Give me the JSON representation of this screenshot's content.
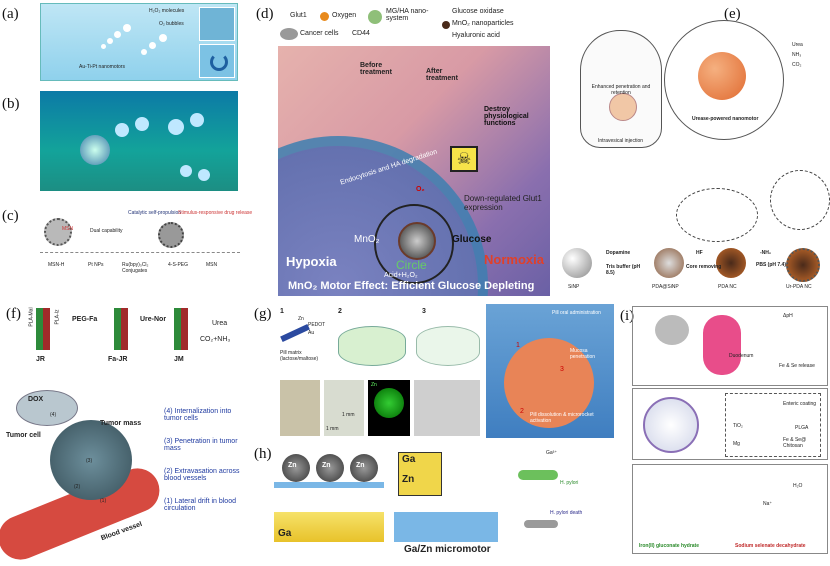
{
  "labels": {
    "a": "(a)",
    "b": "(b)",
    "c": "(c)",
    "d": "(d)",
    "e": "(e)",
    "f": "(f)",
    "g": "(g)",
    "h": "(h)",
    "i": "(i)"
  },
  "a": {
    "h2o2": "H₂O₂ molecules",
    "o2": "O₂ bubbles",
    "motor": "Au-Ti-Pt nanomotors"
  },
  "c": {
    "t1": "Catalytic self-propulsion",
    "t2": "Dual capability",
    "t3": "Stimulus-responsive drug release",
    "msn": "MSN",
    "leg1": "MSN-H",
    "leg2": "Pt NPs",
    "leg3": "Ru(bpy)₃Cl₂ Conjugates",
    "leg4": "4-S-PEG",
    "leg5": "MSN"
  },
  "d": {
    "glut1": "Glut1",
    "oxygen": "Oxygen",
    "mgha": "MG/HA nano-system",
    "glucose_oxidase": "Glucose oxidase",
    "mno2_np": "MnO₂ nanoparticles",
    "cancer": "Cancer cells",
    "cd44": "CD44",
    "ha": "Hyaluronic acid",
    "before": "Before treatment",
    "after": "After treatment",
    "endo": "Endocytosis and HA degradation",
    "destroy": "Destroy physiological functions",
    "down": "Down-regulated Glut1 expression",
    "o2": "O₂",
    "mno2": "MnO₂",
    "circle": "Circle",
    "glucose": "Glucose",
    "acid": "Acid+H₂O₂",
    "hypoxia": "Hypoxia",
    "normoxia": "Normoxia",
    "footer": "MnO₂ Motor Effect: Efficient Glucose Depleting"
  },
  "e": {
    "urea": "Urea",
    "nh3": "NH₃",
    "co2": "CO₂",
    "enhanced": "Enhanced penetration and retention",
    "injection": "Intravesical injection",
    "urease": "Urease-powered nanomotor",
    "dopamine": "Dopamine",
    "tris": "Tris buffer (pH 8.5)",
    "hf": "HF",
    "core": "Core removing",
    "nh2": "-NH₂",
    "pbs": "PBS (pH 7.4)",
    "sinp": "SiNP",
    "pdasinp": "PDA@SiNP",
    "pdanc": "PDA NC",
    "urpda": "Ur-PDA NC"
  },
  "f": {
    "plamal": "PLA-Mal",
    "plaiz": "PLA-Iz",
    "pegfa": "PEG-Fa",
    "urenor": "Ure-Nor",
    "jr": "JR",
    "fajr": "Fa-JR",
    "jm": "JM",
    "urea": "Urea",
    "co2nh3": "CO₂+NH₃",
    "dox": "DOX",
    "tumorcell": "Tumor cell",
    "tumormass": "Tumor mass",
    "vessel": "Blood vessel",
    "s4": "(4) Internalization into tumor cells",
    "s3": "(3) Penetration in tumor mass",
    "s2": "(2) Extravasation across blood vessels",
    "s1": "(1) Lateral drift in blood circulation",
    "n1": "(1)",
    "n2": "(2)",
    "n3": "(3)",
    "n4": "(4)"
  },
  "g": {
    "n1": "1",
    "n2": "2",
    "n3": "3",
    "zn": "Zn",
    "pedot": "PEDOT",
    "au": "Au",
    "matrix": "Pill matrix (lactose/maltose)",
    "oral": "Pill oral administration",
    "mucosa": "Mucosa penetration",
    "dissolution": "Pill dissolution & microrocket activation",
    "s1": "1",
    "s2": "2",
    "s3": "3",
    "scale1": "1 mm",
    "scale2": "1 mm",
    "elem": "Zn"
  },
  "h": {
    "zn": "Zn",
    "ga": "Ga",
    "title": "Ga/Zn micromotor",
    "ga3": "Ga³⁺",
    "hp": "H. pylori",
    "death": "H. pylori death"
  },
  "i": {
    "aph": "ΔpH",
    "duodenum": "Duodenum",
    "fese": "Fe & Se release",
    "enteric": "Enteric coating",
    "tio2": "TiO₂",
    "plga": "PLGA",
    "mg": "Mg",
    "fese2": "Fe & Se@ Chitosan",
    "iron": "Iron(II) gluconate hydrate",
    "selenate": "Sodium selenate decahydrate",
    "na": "Na⁺",
    "h2o": "H₂O"
  }
}
